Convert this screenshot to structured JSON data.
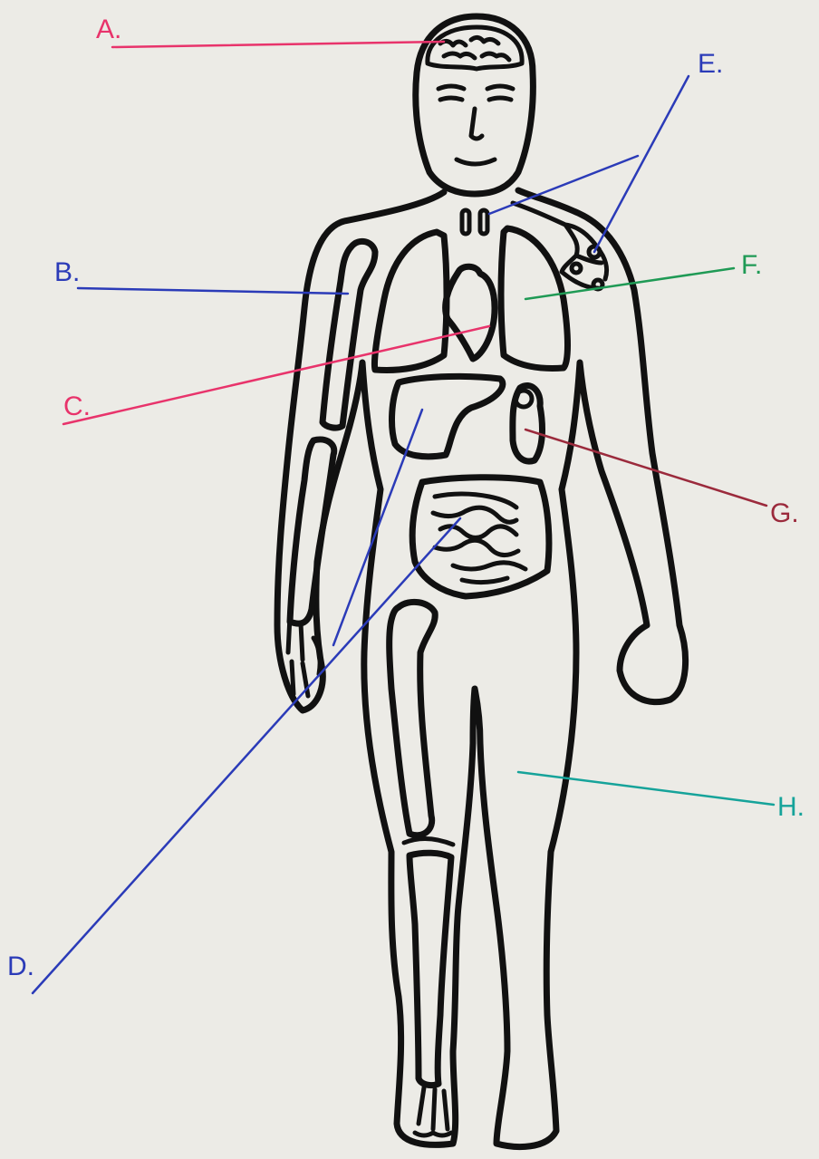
{
  "labels": {
    "A": {
      "text": "A.",
      "color": "#e8336b"
    },
    "B": {
      "text": "B.",
      "color": "#2b3bb8"
    },
    "C": {
      "text": "C.",
      "color": "#e8336b"
    },
    "D": {
      "text": "D.",
      "color": "#2b3bb8"
    },
    "E": {
      "text": "E.",
      "color": "#2b3bb8"
    },
    "F": {
      "text": "F.",
      "color": "#1f9a55"
    },
    "G": {
      "text": "G.",
      "color": "#9b2a3c"
    },
    "H": {
      "text": "H.",
      "color": "#16a39a"
    }
  },
  "palette": {
    "paper": "#ecebe6",
    "ink": "#111111"
  }
}
